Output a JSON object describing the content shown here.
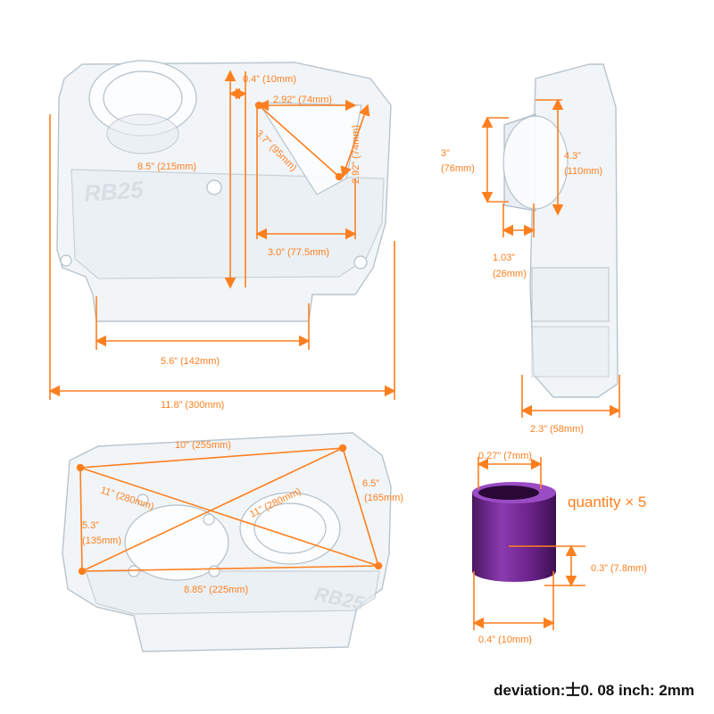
{
  "product": {
    "emboss_text": "RB25"
  },
  "front_view": {
    "dims": {
      "d1": "0.4” (10mm)",
      "d2": "2.92” (74mm)",
      "d3": "3.7” (95mm)",
      "d4": "2.92” (74mm)",
      "d5": "8.5” (215mm)",
      "d6": "3.0” (77.5mm)",
      "d7": "5.6” (142mm)",
      "d8": "11.8” (300mm)"
    }
  },
  "side_view": {
    "dims": {
      "d1_a": "3”",
      "d1_b": "(76mm)",
      "d2_a": "4.3”",
      "d2_b": "(110mm)",
      "d3_a": "1.03”",
      "d3_b": "(26mm)",
      "d4": "2.3” (58mm)"
    }
  },
  "back_view": {
    "dims": {
      "d1": "10” (255mm)",
      "d2_a": "6.5”",
      "d2_b": "(165mm)",
      "d3": "11” (280mm)",
      "d4": "11” (280mm)",
      "d5_a": "5.3”",
      "d5_b": "(135mm)",
      "d6": "8.85” (225mm)"
    }
  },
  "spacer": {
    "color": "#7a2a9a",
    "dims": {
      "inner": "0.27” (7mm)",
      "height": "0.3” (7.8mm)",
      "outer": "0.4” (10mm)"
    },
    "quantity": "quantity × 5"
  },
  "footer": {
    "deviation": "deviation:士0. 08 inch: 2mm"
  },
  "colors": {
    "dimension": "#ff7f1f",
    "background": "#ffffff"
  }
}
